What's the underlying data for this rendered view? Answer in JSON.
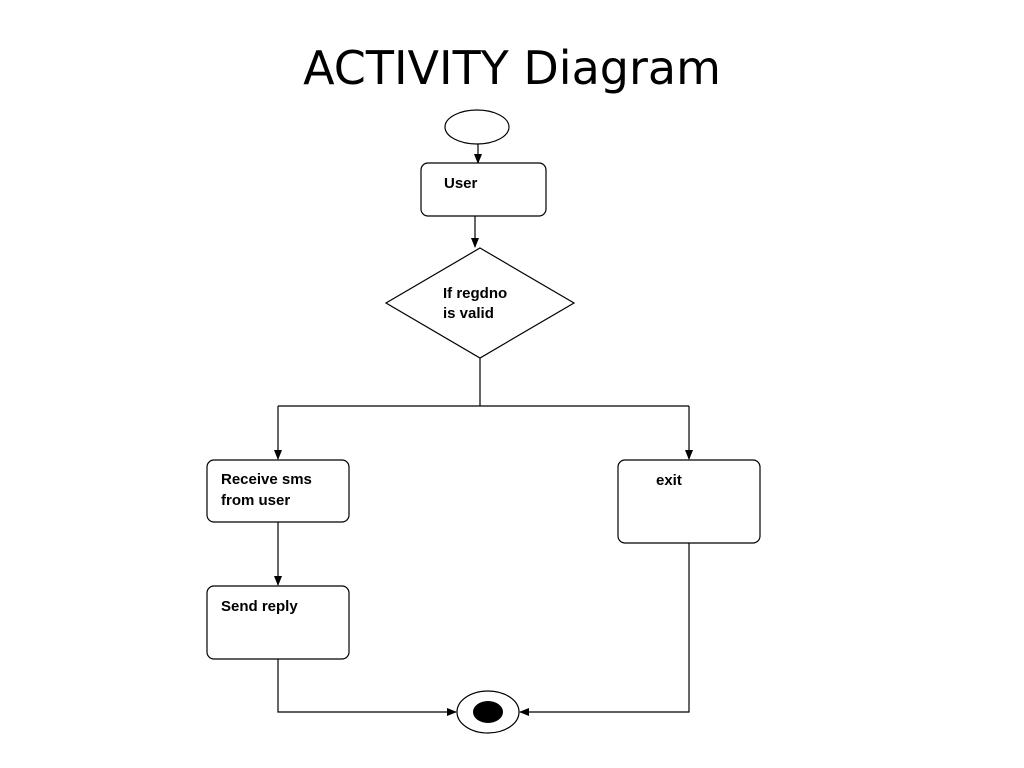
{
  "title": "ACTIVITY Diagram",
  "nodes": {
    "user": {
      "label": "User"
    },
    "decision": {
      "label_line1": "If regdno",
      "label_line2": "is valid"
    },
    "receive": {
      "label_line1": "Receive sms",
      "label_line2": "from user"
    },
    "send": {
      "label": "Send reply"
    },
    "exit": {
      "label": "exit"
    }
  },
  "colors": {
    "stroke": "#000000",
    "fill": "#ffffff",
    "end_dot": "#000000"
  }
}
